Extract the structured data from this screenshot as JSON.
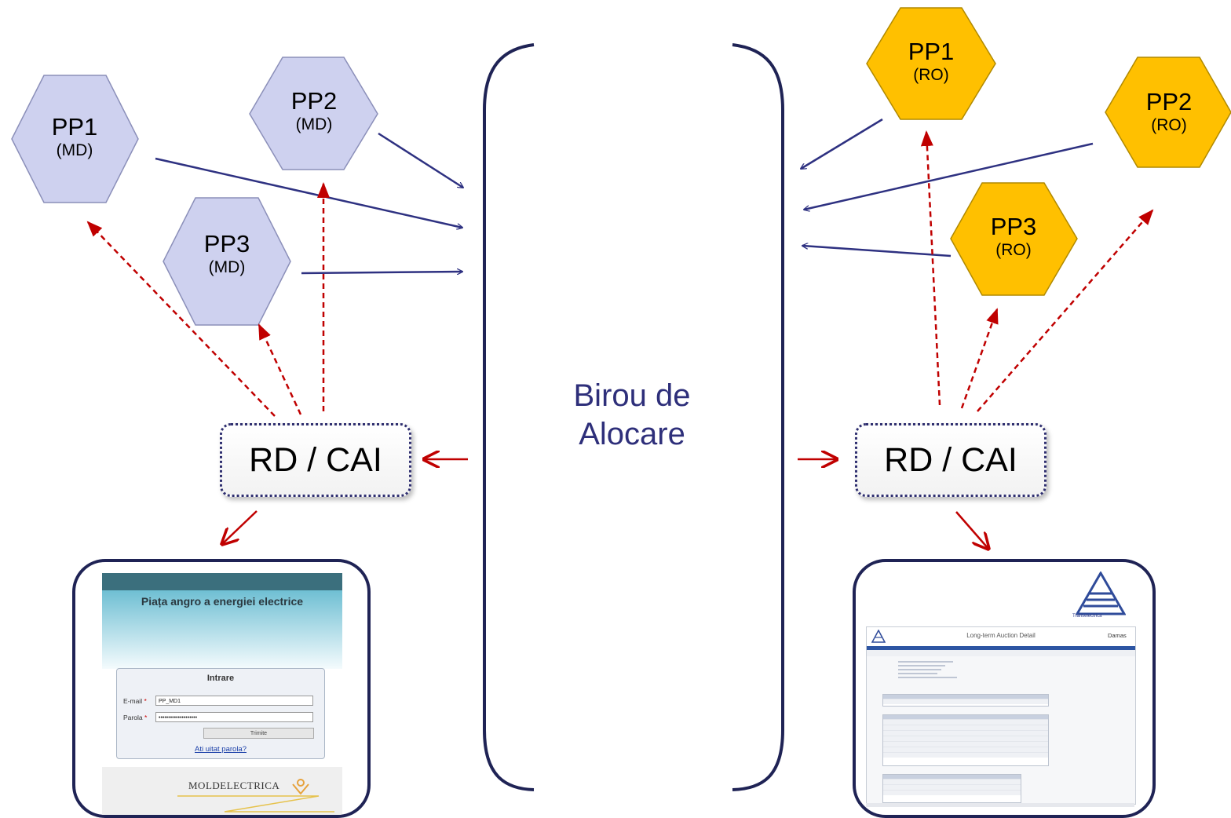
{
  "diagram": {
    "center": {
      "line1": "Birou de",
      "line2": "Alocare"
    },
    "md_nodes": [
      {
        "name": "PP1",
        "country": "(MD)"
      },
      {
        "name": "PP2",
        "country": "(MD)"
      },
      {
        "name": "PP3",
        "country": "(MD)"
      }
    ],
    "ro_nodes": [
      {
        "name": "PP1",
        "country": "(RO)"
      },
      {
        "name": "PP2",
        "country": "(RO)"
      },
      {
        "name": "PP3",
        "country": "(RO)"
      }
    ],
    "rd_left": "RD / CAI",
    "rd_right": "RD / CAI",
    "colors": {
      "md_hex_fill": "#ced1ef",
      "md_hex_stroke": "#8b8fb9",
      "ro_hex_fill": "#ffc000",
      "ro_hex_stroke": "#b08900",
      "blue_arrow": "#2e3181",
      "red_arrow": "#c00000",
      "bracket": "#1f2355"
    }
  },
  "md_login": {
    "title": "Piața angro a energiei electrice",
    "form_heading": "Intrare",
    "email_label": "E-mail",
    "email_value": "PP_MD1",
    "password_label": "Parola",
    "password_value": "••••••••••••••••••••",
    "required_mark": "*",
    "submit_label": "Trimite",
    "forgot_link": "Ati uitat parola?",
    "logo_text": "MOLDELECTRICA"
  },
  "ro_auction": {
    "logo_caption": "Transelectrica",
    "window_title": "Long-term Auction Detail",
    "brand": "Damas"
  }
}
